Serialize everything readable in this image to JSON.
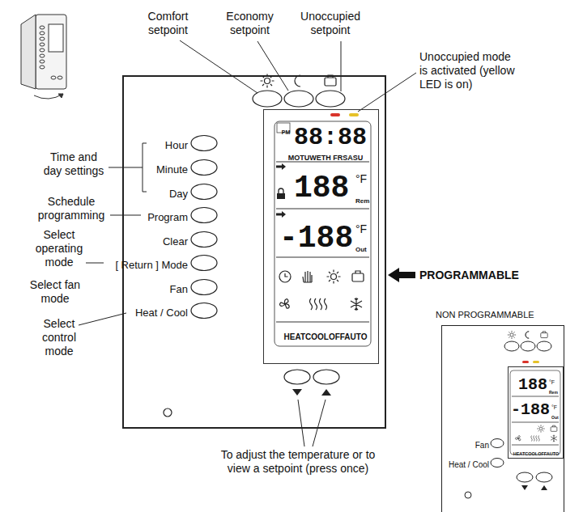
{
  "diagram": {
    "nodes": [
      {
        "text": [
          "Hour",
          "Minute",
          "Day",
          "Program",
          "Clear",
          "[ Return ] Mode",
          "Fan",
          "Heat / Cool"
        ]
      },
      {
        "text": [
          "PM",
          "88:88",
          "MOTUWETH FRSASU",
          "188",
          "°F",
          "Rem",
          "-188",
          "°F",
          "Out",
          "HEATCOOLOFFAUTO"
        ],
        "in": 0
      },
      {
        "text": [
          "Fan",
          "Heat / Cool"
        ]
      },
      {
        "text": [
          "188",
          "°F",
          "Rem",
          "-188",
          "°F",
          "Out",
          "HEATCOOLOFFAUTO"
        ],
        "in": 2
      }
    ],
    "labels": [
      "Comfort setpoint",
      "Economy setpoint",
      "Unoccupied setpoint",
      "Unoccupied mode is activated (yellow LED is on)",
      "Time and day settings",
      "Schedule programming",
      "Select operating mode",
      "Select fan mode",
      "Select control mode",
      "PROGRAMMABLE",
      "NON PROGRAMMABLE",
      "To adjust the temperature or to view a setpoint (press once)"
    ]
  }
}
